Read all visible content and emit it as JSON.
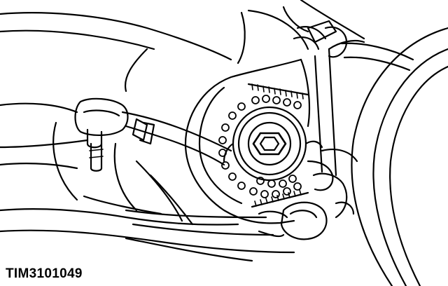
{
  "figure": {
    "caption": "TIM3101049",
    "colors": {
      "ink": "#000000",
      "paper": "#ffffff"
    },
    "parts": [
      "tie-rod-end",
      "track-rod",
      "lower-arm",
      "camber-adjuster-plate",
      "hex-nut",
      "brake-disc",
      "strut-tube"
    ]
  }
}
